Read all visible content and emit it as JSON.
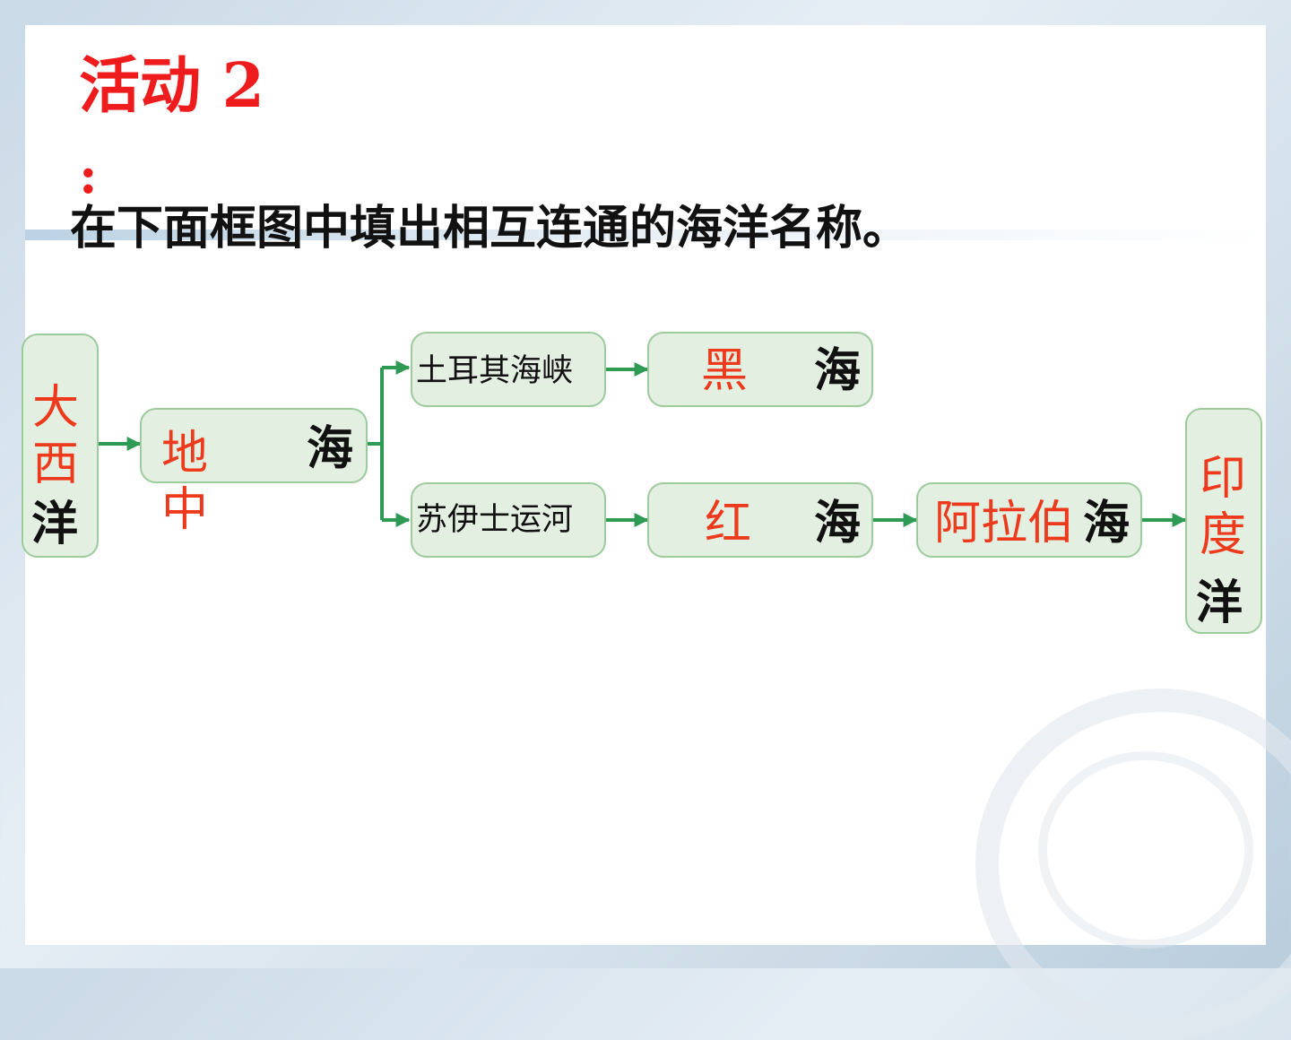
{
  "title": "活动 2",
  "colon": ":",
  "instruction": "在下面框图中填出相互连通的海洋名称。",
  "nodes": {
    "atlantic": {
      "answer": "大西",
      "suffix": "洋"
    },
    "mediterranean": {
      "answer": "地中",
      "suffix": "海"
    },
    "turkish_straits": {
      "label": "土耳其海峡"
    },
    "black_sea": {
      "answer": "黑",
      "suffix": "海"
    },
    "suez_canal": {
      "label": "苏伊士运河"
    },
    "red_sea": {
      "answer": "红",
      "suffix": "海"
    },
    "arabian_sea": {
      "answer": "阿拉伯",
      "suffix": "海"
    },
    "indian": {
      "answer": "印度",
      "suffix": "洋"
    }
  },
  "colors": {
    "answer": "#ee3a1c",
    "title": "#ee1c1c",
    "node_fill": "#e3efe1",
    "node_border": "#9ccb9b",
    "arrow": "#2e9a53"
  }
}
